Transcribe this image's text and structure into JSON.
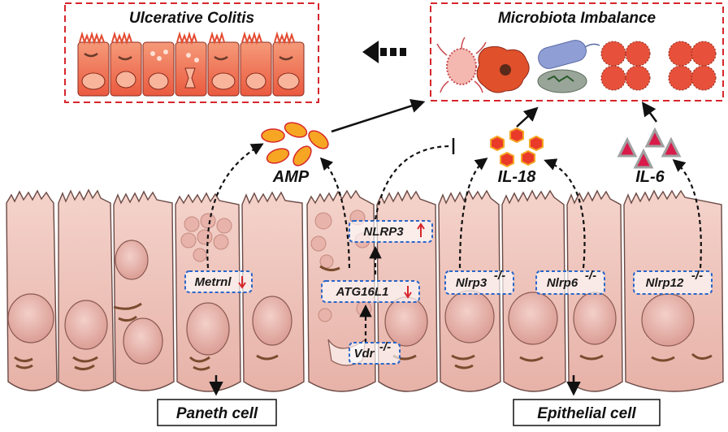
{
  "boxes": {
    "ulcerative_colitis": "Ulcerative Colitis",
    "microbiota_imbalance": "Microbiota Imbalance"
  },
  "secreted": {
    "amp": "AMP",
    "il18": "IL-18",
    "il6": "IL-6"
  },
  "genes": {
    "metrnl": "Metrnl",
    "nlrp3_paneth": "NLRP3",
    "atg16l1": "ATG16L1",
    "vdr": "Vdr",
    "vdr_sup": "-/-",
    "nlrp3_ko": "Nlrp3",
    "nlrp3_ko_sup": "-/-",
    "nlrp6_ko": "Nlrp6",
    "nlrp6_ko_sup": "-/-",
    "nlrp12_ko": "Nlrp12",
    "nlrp12_ko_sup": "-/-"
  },
  "cell_labels": {
    "paneth": "Paneth cell",
    "epithelial": "Epithelial cell"
  },
  "colors": {
    "cell_fill": "#f0c4bb",
    "cell_stroke": "#6b4a45",
    "nucleus": "#e3a9a2",
    "red_dash": "#d7262b",
    "blue_dash": "#2a66c9",
    "amp_fill": "#f6a623",
    "il18_fill": "#ea3a2a",
    "il6_fill": "#d81b4a",
    "down_arrow": "#d7262b"
  }
}
